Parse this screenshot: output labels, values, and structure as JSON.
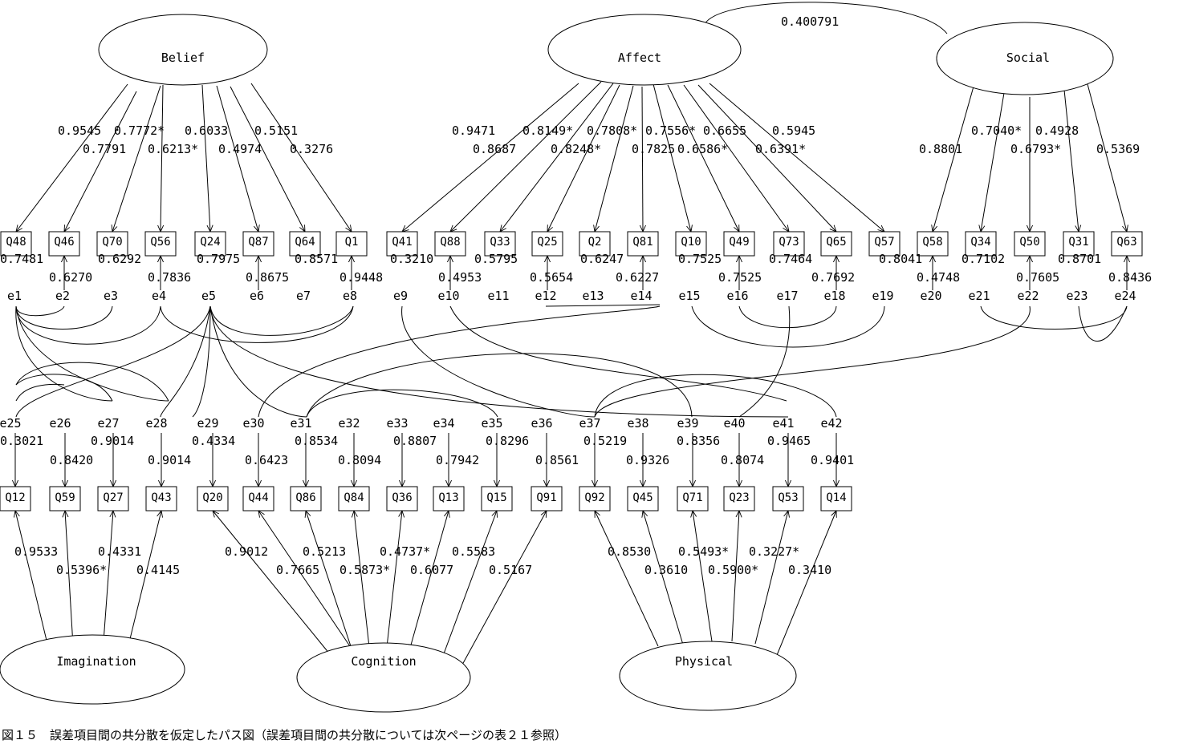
{
  "latent_factors": [
    {
      "id": "Belief",
      "label": "Belief"
    },
    {
      "id": "Affect",
      "label": "Affect"
    },
    {
      "id": "Social",
      "label": "Social"
    },
    {
      "id": "Imagination",
      "label": "Imagination"
    },
    {
      "id": "Cognition",
      "label": "Cognition"
    },
    {
      "id": "Physical",
      "label": "Physical"
    }
  ],
  "factor_covariances": [
    {
      "from": "Affect",
      "to": "Social",
      "value": "0.400791"
    }
  ],
  "top_items": [
    {
      "label": "Q48",
      "factor": "Belief",
      "error": "e1",
      "loading": "0.9545",
      "r2": "0.7481",
      "err_coef": ""
    },
    {
      "label": "Q46",
      "factor": "Belief",
      "error": "e2",
      "loading": "0.7791",
      "r2": "",
      "err_coef": "0.6270"
    },
    {
      "label": "Q70",
      "factor": "Belief",
      "error": "e3",
      "loading": "0.7772*",
      "r2": "0.6292",
      "err_coef": ""
    },
    {
      "label": "Q56",
      "factor": "Belief",
      "error": "e4",
      "loading": "0.6213*",
      "r2": "",
      "err_coef": "0.7836"
    },
    {
      "label": "Q24",
      "factor": "Belief",
      "error": "e5",
      "loading": "0.6033",
      "r2": "0.7975",
      "err_coef": ""
    },
    {
      "label": "Q87",
      "factor": "Belief",
      "error": "e6",
      "loading": "0.4974",
      "r2": "",
      "err_coef": "0.8675"
    },
    {
      "label": "Q64",
      "factor": "Belief",
      "error": "e7",
      "loading": "0.5151",
      "r2": "0.8571",
      "err_coef": ""
    },
    {
      "label": "Q1",
      "factor": "Belief",
      "error": "e8",
      "loading": "0.3276",
      "r2": "",
      "err_coef": "0.9448"
    },
    {
      "label": "Q41",
      "factor": "Affect",
      "error": "e9",
      "loading": "0.9471",
      "r2": "0.3210",
      "err_coef": ""
    },
    {
      "label": "Q88",
      "factor": "Affect",
      "error": "e10",
      "loading": "0.8687",
      "r2": "",
      "err_coef": "0.4953"
    },
    {
      "label": "Q33",
      "factor": "Affect",
      "error": "e11",
      "loading": "0.8149*",
      "r2": "0.5795",
      "err_coef": ""
    },
    {
      "label": "Q25",
      "factor": "Affect",
      "error": "e12",
      "loading": "0.8248*",
      "r2": "",
      "err_coef": "0.5654"
    },
    {
      "label": "Q2",
      "factor": "Affect",
      "error": "e13",
      "loading": "0.7808*",
      "r2": "0.6247",
      "err_coef": ""
    },
    {
      "label": "Q81",
      "factor": "Affect",
      "error": "e14",
      "loading": "0.7825",
      "r2": "",
      "err_coef": "0.6227"
    },
    {
      "label": "Q10",
      "factor": "Affect",
      "error": "e15",
      "loading": "0.7556*",
      "r2": "0.7525",
      "err_coef": ""
    },
    {
      "label": "Q49",
      "factor": "Affect",
      "error": "e16",
      "loading": "0.6586*",
      "r2": "",
      "err_coef": "0.7525"
    },
    {
      "label": "Q73",
      "factor": "Affect",
      "error": "e17",
      "loading": "0.6655",
      "r2": "0.7464",
      "err_coef": ""
    },
    {
      "label": "Q65",
      "factor": "Affect",
      "error": "e18",
      "loading": "0.6391*",
      "r2": "",
      "err_coef": "0.7692"
    },
    {
      "label": "Q57",
      "factor": "Affect",
      "error": "e19",
      "loading": "0.5945",
      "r2": "0.8041",
      "err_coef": ""
    },
    {
      "label": "Q58",
      "factor": "Social",
      "error": "e20",
      "loading": "0.8801",
      "r2": "",
      "err_coef": "0.4748"
    },
    {
      "label": "Q34",
      "factor": "Social",
      "error": "e21",
      "loading": "0.7040*",
      "r2": "0.7102",
      "err_coef": ""
    },
    {
      "label": "Q50",
      "factor": "Social",
      "error": "e22",
      "loading": "0.6793*",
      "r2": "",
      "err_coef": "0.7605"
    },
    {
      "label": "Q31",
      "factor": "Social",
      "error": "e23",
      "loading": "0.4928",
      "r2": "0.8701",
      "err_coef": ""
    },
    {
      "label": "Q63",
      "factor": "Social",
      "error": "e24",
      "loading": "0.5369",
      "r2": "",
      "err_coef": "0.8436"
    }
  ],
  "bottom_items": [
    {
      "label": "Q12",
      "factor": "Imagination",
      "error": "e25",
      "loading": "0.9533",
      "err_coef": "0.3021"
    },
    {
      "label": "Q59",
      "factor": "Imagination",
      "error": "e26",
      "loading": "0.5396*",
      "err_coef": "0.8420"
    },
    {
      "label": "Q27",
      "factor": "Imagination",
      "error": "e27",
      "loading": "0.4331",
      "err_coef": "0.9014"
    },
    {
      "label": "Q43",
      "factor": "Imagination",
      "error": "e28",
      "loading": "0.4145",
      "err_coef": "0.9014"
    },
    {
      "label": "Q20",
      "factor": "Cognition",
      "error": "e29",
      "loading": "0.9012",
      "err_coef": "0.4334"
    },
    {
      "label": "Q44",
      "factor": "Cognition",
      "error": "e30",
      "loading": "0.7665",
      "err_coef": "0.6423"
    },
    {
      "label": "Q86",
      "factor": "Cognition",
      "error": "e31",
      "loading": "0.5213",
      "err_coef": "0.8534"
    },
    {
      "label": "Q84",
      "factor": "Cognition",
      "error": "e32",
      "loading": "0.5873*",
      "err_coef": "0.8094"
    },
    {
      "label": "Q36",
      "factor": "Cognition",
      "error": "e33",
      "loading": "0.4737*",
      "err_coef": "0.8807"
    },
    {
      "label": "Q13",
      "factor": "Cognition",
      "error": "e34",
      "loading": "0.6077",
      "err_coef": "0.7942"
    },
    {
      "label": "Q15",
      "factor": "Cognition",
      "error": "e35",
      "loading": "0.5583",
      "err_coef": "0.8296"
    },
    {
      "label": "Q91",
      "factor": "Cognition",
      "error": "e36",
      "loading": "0.5167",
      "err_coef": "0.8561"
    },
    {
      "label": "Q92",
      "factor": "Physical",
      "error": "e37",
      "loading": "0.8530",
      "err_coef": "0.5219"
    },
    {
      "label": "Q45",
      "factor": "Physical",
      "error": "e38",
      "loading": "0.3610",
      "err_coef": "0.9326"
    },
    {
      "label": "Q71",
      "factor": "Physical",
      "error": "e39",
      "loading": "0.5493*",
      "err_coef": "0.8356"
    },
    {
      "label": "Q23",
      "factor": "Physical",
      "error": "e40",
      "loading": "0.5900*",
      "err_coef": "0.8074"
    },
    {
      "label": "Q53",
      "factor": "Physical",
      "error": "e41",
      "loading": "0.3227*",
      "err_coef": "0.9465"
    },
    {
      "label": "Q14",
      "factor": "Physical",
      "error": "e42",
      "loading": "0.3410",
      "err_coef": "0.9401"
    }
  ],
  "caption": "図１５　誤差項目間の共分散を仮定したパス図（誤差項目間の共分散については次ページの表２１参照）"
}
